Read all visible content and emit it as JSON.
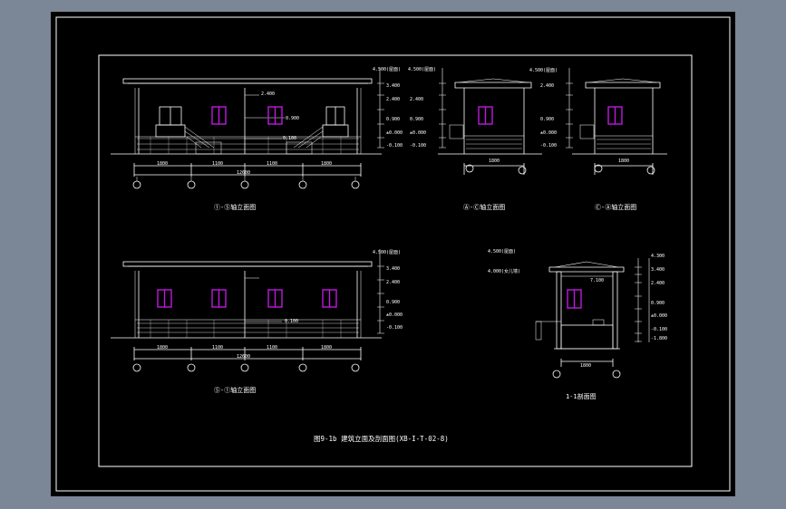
{
  "colors": {
    "background": "#7b8696",
    "paper": "#000000",
    "linework": "#ffffff",
    "windows": "#c018e0"
  },
  "drawing": {
    "title": "图9-1b 建筑立面及剖面图(XB-I-T-02-8)"
  },
  "views": {
    "front_elevation": {
      "caption": "①-⑤轴立面图",
      "dims": [
        "1800",
        "1100",
        "1100",
        "1800"
      ],
      "overall": "12600",
      "notes": [
        "2.400",
        "0.900",
        "0.100"
      ]
    },
    "side_elevation_a": {
      "caption": "Ⓐ-Ⓒ轴立面图",
      "dims": [
        "1800"
      ],
      "levels": [
        "4.500(屋面)",
        "2.400",
        "0.900",
        "±0.000",
        "-0.100"
      ]
    },
    "side_elevation_b": {
      "caption": "Ⓒ-Ⓐ轴立面图",
      "dims": [
        "1800"
      ],
      "levels": [
        "4.500(屋面)",
        "2.400",
        "0.900",
        "±0.000",
        "-0.100"
      ]
    },
    "rear_elevation": {
      "caption": "⑤-①轴立面图",
      "dims": [
        "1800",
        "1100",
        "1100",
        "1800"
      ],
      "overall": "12600",
      "notes": [
        "0.100"
      ]
    },
    "section": {
      "caption": "1-1剖面图",
      "dims": [
        "1800"
      ],
      "notes": [
        "7.100"
      ],
      "levels_left": [
        "4.500(屋面)",
        "4.000(女儿墙)"
      ],
      "levels_right": [
        "4.300",
        "3.400",
        "2.400",
        "0.900",
        "±0.000",
        "-0.100",
        "-1.800"
      ]
    }
  },
  "level_labels": {
    "front": [
      "4.500(屋面)",
      "4.500(屋面)",
      "3.400",
      "2.400",
      "2.400",
      "0.900",
      "0.900",
      "±0.000",
      "±0.000",
      "-0.100",
      "-0.100"
    ],
    "rear": [
      "4.500(屋面)",
      "3.400",
      "2.400",
      "0.900",
      "±0.000",
      "-0.100"
    ]
  }
}
